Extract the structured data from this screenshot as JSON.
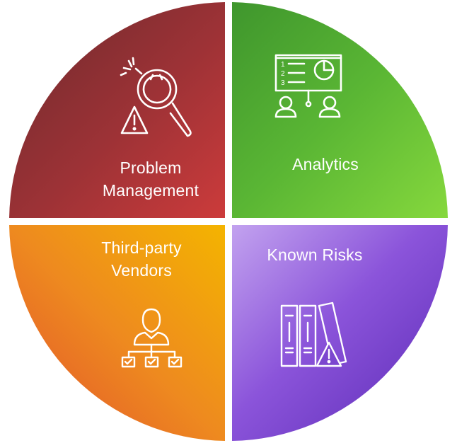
{
  "quadrants": [
    {
      "id": "problem",
      "lines": [
        "Problem",
        "Management"
      ],
      "icon": "magnifier-bug-warning-icon",
      "gradient": [
        "#6e2a2c",
        "#a53434",
        "#c73a3a"
      ]
    },
    {
      "id": "analytics",
      "lines": [
        "Analytics"
      ],
      "icon": "presentation-board-icon",
      "gradient": [
        "#3f9a2e",
        "#55b632",
        "#7cd43b"
      ]
    },
    {
      "id": "vendors",
      "lines": [
        "Third-party",
        "Vendors"
      ],
      "icon": "org-chart-person-icon",
      "gradient": [
        "#f2b300",
        "#ee8c1c",
        "#e2542c"
      ]
    },
    {
      "id": "risks",
      "lines": [
        "Known Risks"
      ],
      "icon": "books-warning-icon",
      "gradient": [
        "#b492e8",
        "#8a52d8",
        "#5d2bb9"
      ]
    }
  ],
  "colors": {
    "divider": "#ffffff",
    "icon_stroke": "#ffffff"
  }
}
